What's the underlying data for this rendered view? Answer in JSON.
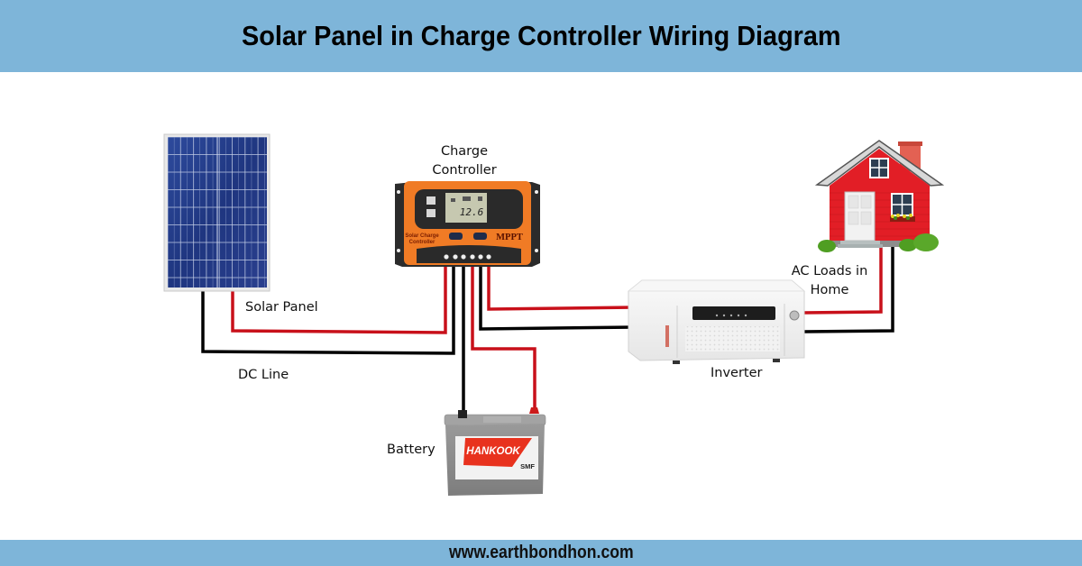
{
  "header": {
    "title": "Solar Panel in Charge Controller Wiring Diagram"
  },
  "footer": {
    "website": "www.earthbondhon.com"
  },
  "colors": {
    "banner": "#7eb5d9",
    "positive_wire": "#c8101a",
    "negative_wire": "#000000",
    "controller_orange": "#f07b25"
  },
  "components": {
    "solar_panel": {
      "label": "Solar Panel"
    },
    "dc_line": {
      "label": "DC Line"
    },
    "charge_controller": {
      "label_line1": "Charge",
      "label_line2": "Controller",
      "display_value": "12.6",
      "brand_line1": "Solar Charge",
      "brand_line2": "Controller",
      "type": "MPPT"
    },
    "battery": {
      "label": "Battery",
      "brand": "HANKOOK",
      "model": "SMF"
    },
    "inverter": {
      "label": "Inverter"
    },
    "home": {
      "label_line1": "AC Loads in",
      "label_line2": "Home"
    }
  }
}
